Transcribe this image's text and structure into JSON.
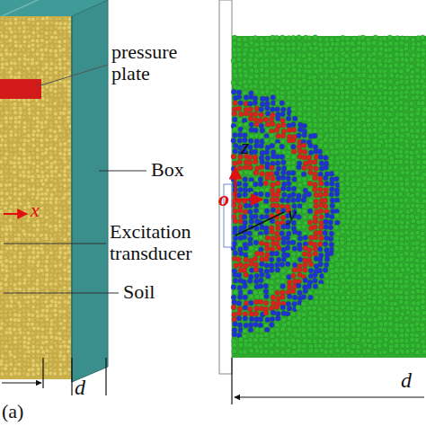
{
  "diagram": {
    "labels": [
      "pressure plate",
      "Box",
      "x",
      "Excitation transducer",
      "Soil",
      "d",
      "(a)",
      "z",
      "o",
      "y",
      "d"
    ]
  }
}
